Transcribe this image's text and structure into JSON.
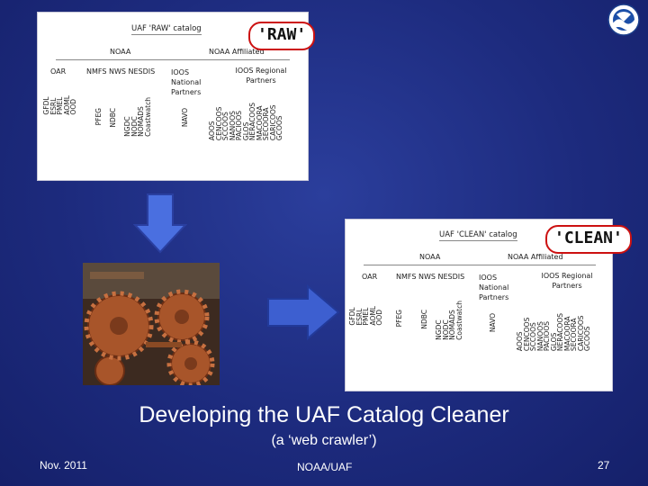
{
  "raw_panel": {
    "catalog_title": "UAF 'RAW' catalog",
    "badge": "'RAW'",
    "noaa": "NOAA",
    "noaa_affiliated": "NOAA Affiliated",
    "oar": "OAR",
    "nmfs_nws_nesdis": "NMFS NWS NESDIS",
    "ioos_national": "IOOS National Partners",
    "ioos_regional": "IOOS Regional Partners"
  },
  "clean_panel": {
    "catalog_title": "UAF 'CLEAN' catalog",
    "badge": "'CLEAN'",
    "noaa": "NOAA",
    "noaa_affiliated": "NOAA Affiliated",
    "oar": "OAR",
    "nmfs_nws_nesdis": "NMFS NWS NESDIS",
    "ioos_national": "IOOS National Partners",
    "ioos_regional": "IOOS Regional Partners"
  },
  "org_lists": {
    "oar_labs": [
      "GFDL",
      "ESRL",
      "PMEL",
      "AOML",
      "OOD"
    ],
    "pfeg": "PFEG",
    "ndbc": "NDBC",
    "nesdis_centers": [
      "NGDC",
      "NODC",
      "NOMADS",
      "Coastwatch"
    ],
    "navo": "NAVO",
    "regional": [
      "AOOS",
      "CENCOOS",
      "SCCOOS",
      "NANOOS",
      "PACIOOS",
      "GLOS",
      "NERACOOS",
      "MACOORA",
      "SECOORA",
      "CARICOOS",
      "GCOOS"
    ]
  },
  "slide": {
    "title": "Developing the UAF Catalog Cleaner",
    "subtitle": "(a ‘web crawler’)",
    "date": "Nov. 2011",
    "footer_center": "NOAA/UAF",
    "page_number": "27"
  },
  "colors": {
    "background": "#1d2b7e",
    "arrow_down": "#4a6fe0",
    "arrow_right": "#3d5fd0",
    "badge_border": "#cc1111"
  },
  "icons": {
    "logo": "noaa-logo",
    "arrow_down": "arrow-down-icon",
    "arrow_right": "arrow-right-icon",
    "photo": "rusty-gears-photo"
  }
}
